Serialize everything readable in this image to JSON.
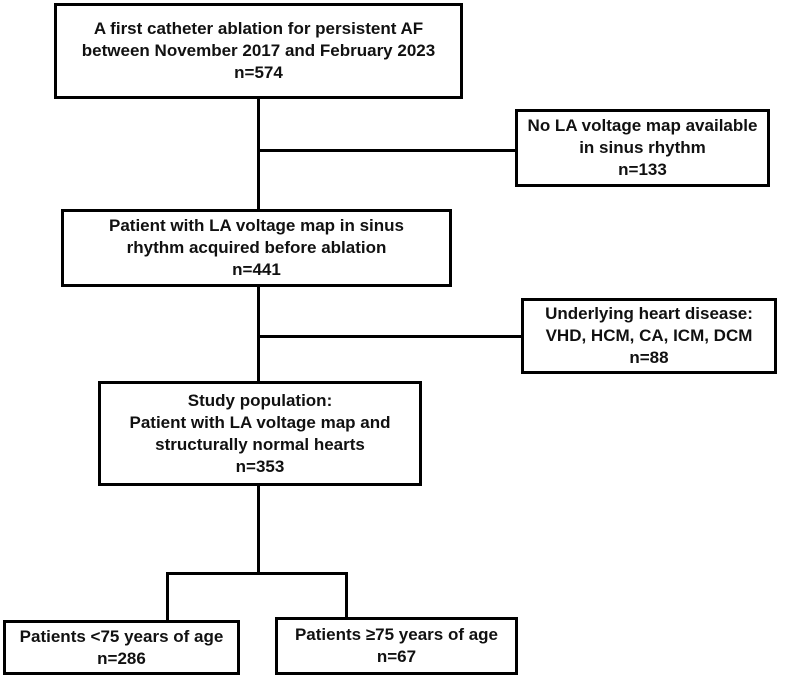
{
  "nodes": {
    "initial": {
      "lines": [
        "A first catheter ablation for persistent AF",
        "between November 2017 and February 2023"
      ],
      "count": "n=574"
    },
    "exclusion1": {
      "lines": [
        "No LA voltage map available",
        "in sinus rhythm"
      ],
      "count": "n=133"
    },
    "voltage_map": {
      "lines": [
        "Patient with LA voltage map in sinus",
        "rhythm acquired before ablation"
      ],
      "count": "n=441"
    },
    "exclusion2": {
      "lines": [
        "Underlying heart disease:",
        "VHD, HCM, CA, ICM, DCM"
      ],
      "count": "n=88"
    },
    "study_population": {
      "lines": [
        "Study population:",
        "Patient with LA voltage map and",
        "structurally normal hearts"
      ],
      "count": "n=353"
    },
    "under75": {
      "lines": [
        "Patients <75 years of age"
      ],
      "count": "n=286"
    },
    "over75": {
      "lines": [
        "Patients ≥75 years of age"
      ],
      "count": "n=67"
    }
  }
}
